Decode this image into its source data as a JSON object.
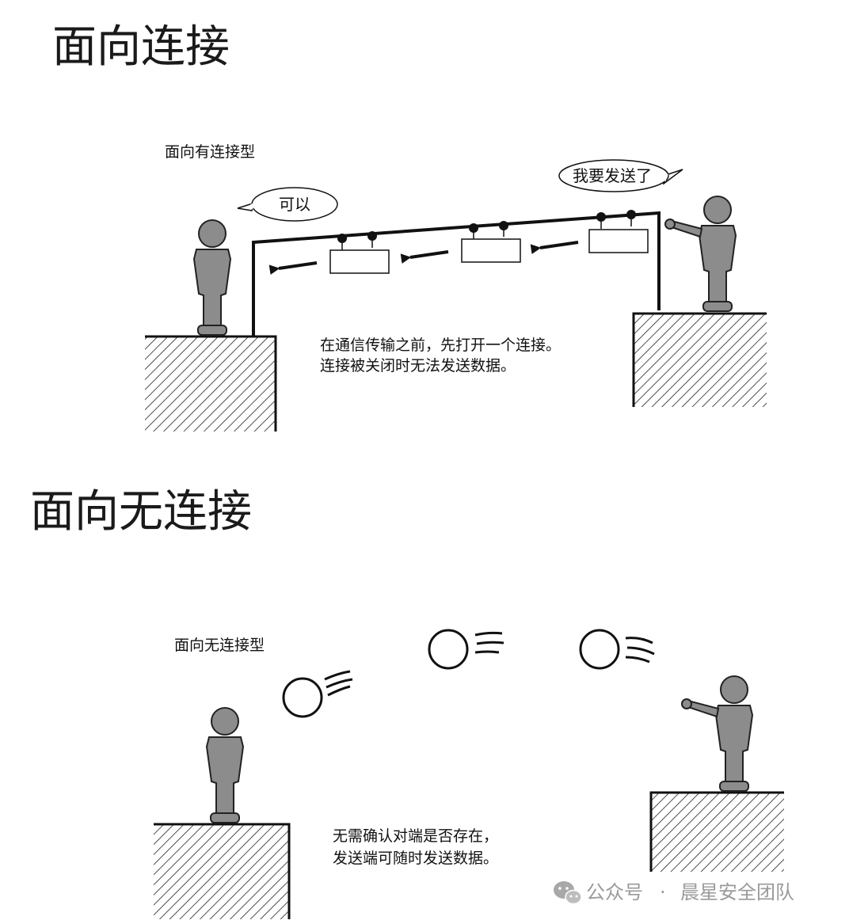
{
  "connection_oriented": {
    "heading": "面向连接",
    "label": "面向有连接型",
    "receiver_speech": "可以",
    "sender_speech": "我要发送了",
    "note_line1": "在通信传输之前，先打开一个连接。",
    "note_line2": "连接被关闭时无法发送数据。"
  },
  "connectionless": {
    "heading": "面向无连接",
    "label": "面向无连接型",
    "note_line1": "无需确认对端是否存在，",
    "note_line2": "发送端可随时发送数据。"
  },
  "watermark": {
    "prefix": "公众号",
    "separator": "·",
    "name": "晨星安全团队"
  }
}
